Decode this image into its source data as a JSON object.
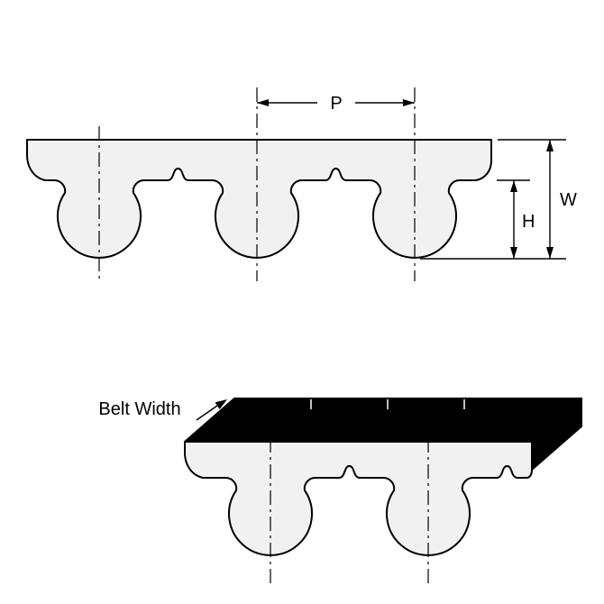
{
  "diagram": {
    "labels": {
      "pitch": "P",
      "belt_thickness": "W",
      "tooth_height": "H",
      "belt_width": "Belt Width"
    },
    "colors": {
      "outline": "#000000",
      "belt_fill": "#f1f1f1",
      "surface_fill": "#000000",
      "background": "#ffffff"
    }
  }
}
